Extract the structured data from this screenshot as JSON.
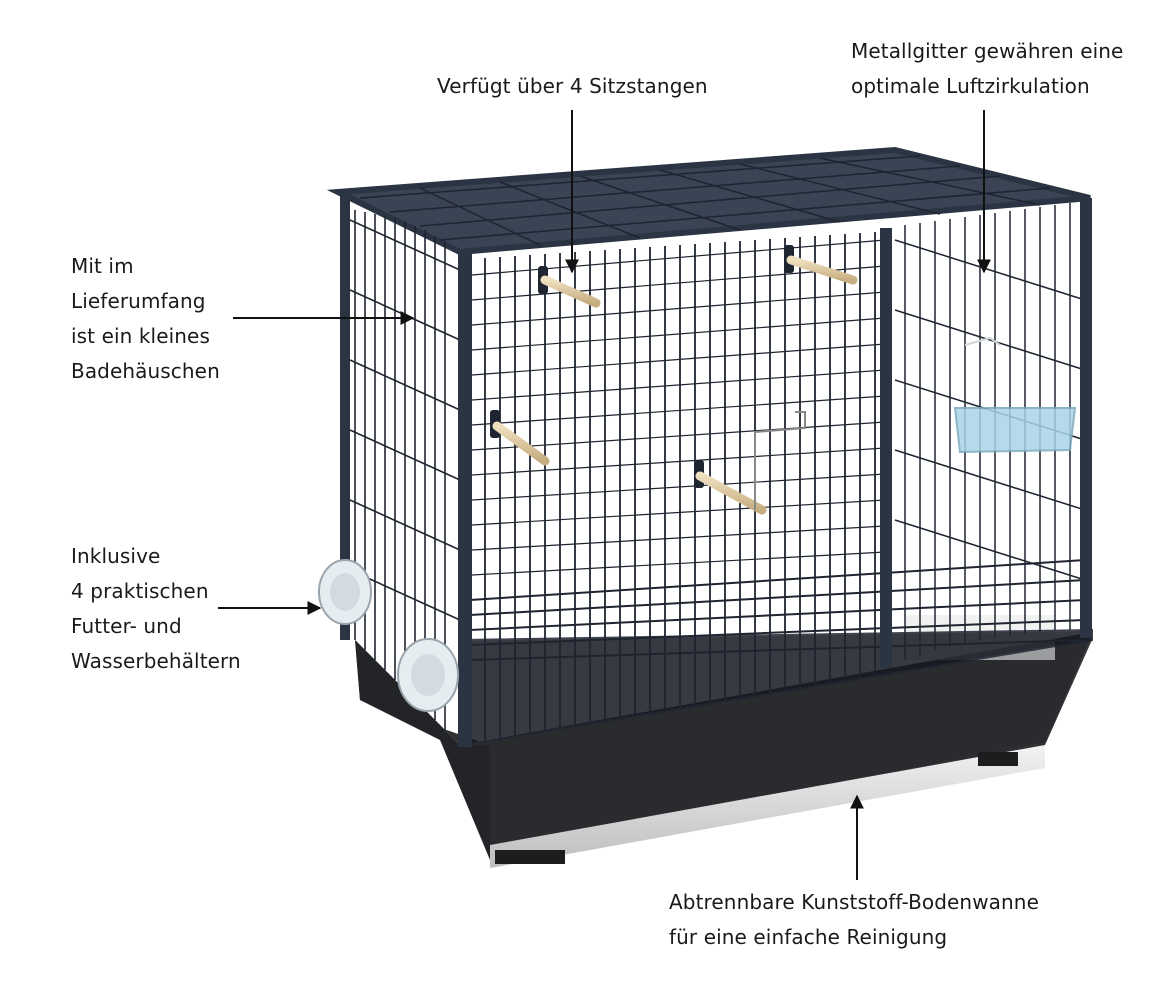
{
  "annotations": {
    "perches": {
      "lines": [
        "Verfügt über 4 Sitzstangen"
      ]
    },
    "metal_grid": {
      "lines": [
        "Metallgitter gewähren eine",
        "optimale Luftzirkulation"
      ]
    },
    "bath_house": {
      "lines": [
        "Mit im",
        "Lieferumfang",
        "ist ein kleines",
        "Badehäuschen"
      ]
    },
    "feeders": {
      "lines": [
        "Inklusive",
        "4 praktischen",
        "Futter- und",
        "Wasserbehältern"
      ]
    },
    "base_tray": {
      "lines": [
        "Abtrennbare Kunststoff-Bodenwanne",
        "für eine einfache Reinigung"
      ]
    }
  },
  "colors": {
    "frame": "#2b3442",
    "wire": "#1e2430",
    "tray": "#2f3033",
    "perch": "#d8c39c",
    "text": "#1a1a1a",
    "bath": "#a9d4e6"
  }
}
